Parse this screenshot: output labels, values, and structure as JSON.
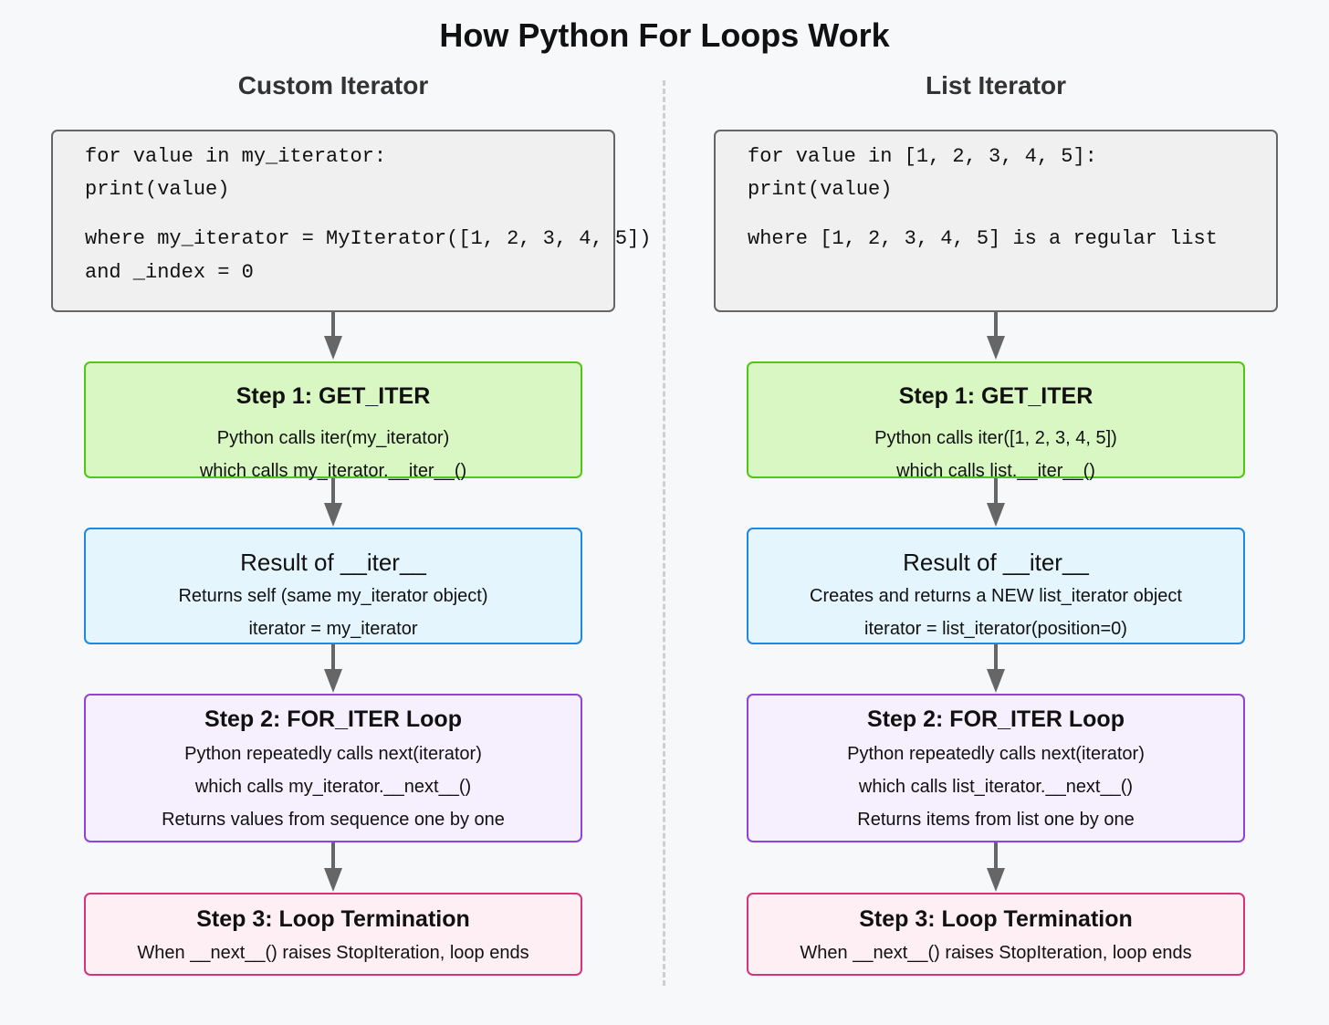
{
  "title": "How Python For Loops Work",
  "colors": {
    "step1_fill": "#d9f7c3",
    "step1_border": "#52c41a",
    "result_fill": "#e4f5fd",
    "result_border": "#1e88e5",
    "step2_fill": "#f6effd",
    "step2_border": "#8e44d6",
    "step3_fill": "#fdeff3",
    "step3_border": "#d6337a",
    "code_fill": "#f0f0f0",
    "arrow": "#666666"
  },
  "left": {
    "heading": "Custom Iterator",
    "code": {
      "line1": "for value in my_iterator:",
      "line2": "print(value)",
      "line3": "where my_iterator = MyIterator([1, 2, 3, 4, 5])",
      "line4": "and _index = 0"
    },
    "step1": {
      "title": "Step 1: GET_ITER",
      "line1": "Python calls iter(my_iterator)",
      "line2": "which calls my_iterator.__iter__()"
    },
    "result": {
      "title": "Result of __iter__",
      "line1": "Returns self (same my_iterator object)",
      "line2": "iterator = my_iterator"
    },
    "step2": {
      "title": "Step 2: FOR_ITER Loop",
      "line1": "Python repeatedly calls next(iterator)",
      "line2": "which calls my_iterator.__next__()",
      "line3": "Returns values from sequence one by one"
    },
    "step3": {
      "title": "Step 3: Loop Termination",
      "line1": "When __next__() raises StopIteration, loop ends"
    }
  },
  "right": {
    "heading": "List Iterator",
    "code": {
      "line1": "for value in [1, 2, 3, 4, 5]:",
      "line2": "print(value)",
      "line3": "where [1, 2, 3, 4, 5] is a regular list"
    },
    "step1": {
      "title": "Step 1: GET_ITER",
      "line1": "Python calls iter([1, 2, 3, 4, 5])",
      "line2": "which calls list.__iter__()"
    },
    "result": {
      "title": "Result of __iter__",
      "line1": "Creates and returns a NEW list_iterator object",
      "line2": "iterator = list_iterator(position=0)"
    },
    "step2": {
      "title": "Step 2: FOR_ITER Loop",
      "line1": "Python repeatedly calls next(iterator)",
      "line2": "which calls list_iterator.__next__()",
      "line3": "Returns items from list one by one"
    },
    "step3": {
      "title": "Step 3: Loop Termination",
      "line1": "When __next__() raises StopIteration, loop ends"
    }
  }
}
